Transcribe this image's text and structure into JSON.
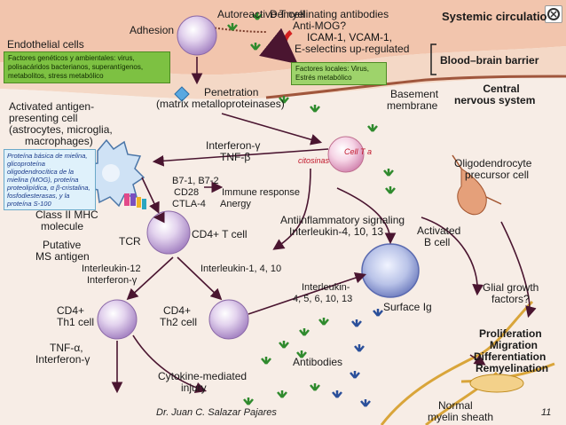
{
  "labels": {
    "autoreactive_t_cell": "Autoreactive T cell",
    "demyelinating_antibodies": "Demyelinating antibodies",
    "anti_mog": "Anti-MOG?",
    "systemic_circulation": "Systemic circulatio",
    "adhesion": "Adhesion",
    "endothelial_cells": "Endothelial cells",
    "icam": "ICAM-1, VCAM-1,",
    "eselectins": "E-selectins up-regulated",
    "bbb": "Blood–brain barrier",
    "penetration": "Penetration",
    "mmp": "(matrix metalloproteinases)",
    "basement": "Basement",
    "membrane": "membrane",
    "cns1": "Central",
    "cns2": "nervous system",
    "apc1": "Activated antigen-",
    "apc2": "presenting cell",
    "apc3": "(astrocytes, microglia,",
    "apc4": "macrophages)",
    "ifn_gamma": "Interferon-γ",
    "tnf_beta": "TNF-β",
    "cell_ta": "Cell T a",
    "citosinas": "citosinas",
    "oligo1": "Oligodendrocyte",
    "oligo2": "precursor cell",
    "b7": "B7-1, B7-2",
    "cd28": "CD28",
    "immune_response": "Immune response",
    "ctla4": "CTLA-4",
    "anergy": "Anergy",
    "mhc1": "Class II MHC",
    "mhc2": "molecule",
    "putative1": "Putative",
    "putative2": "MS antigen",
    "tcr": "TCR",
    "cd4_t": "CD4+ T cell",
    "antiinflam1": "Antiinflammatory signaling",
    "antiinflam2": "Interleukin-4, 10, 13",
    "activated_b1": "Activated",
    "activated_b2": "B cell",
    "il12a": "Interleukin-12",
    "il12b": "Interferon-γ",
    "il1410": "Interleukin-1, 4, 10",
    "il4a": "Interleukin-",
    "il4b": "4, 5, 6, 10, 13",
    "surface_ig": "Surface Ig",
    "glial1": "Glial growth",
    "glial2": "factors?",
    "th1a": "CD4+",
    "th1b": "Th1 cell",
    "th2a": "CD4+",
    "th2b": "Th2 cell",
    "tnfa": "TNF-α,",
    "ifng2": "Interferon-γ",
    "antibodies": "Antibodies",
    "cytokine1": "Cytokine-mediated",
    "cytokine2": "injury",
    "prolif": "Proliferation",
    "migration": "Migration",
    "diff": "Differentiation",
    "remyel": "Remyelination",
    "normal1": "Normal",
    "normal2": "myelin sheath"
  },
  "boxes": {
    "factores_gen": "Factores genéticos y ambientales: virus, polisacáridos bacterianos, superantígenos, metabolitos, stress metabólico",
    "factores_loc": "Factores locales: Virus, Estrés metabólico",
    "proteina": "Proteína básica de mielina, glicoproteína oligodendrocítica de la mielina (MOG), proteína proteolipídica, α β-cristalina, fosfodiesterasas, y la proteína S-100"
  },
  "footer": {
    "author": "Dr. Juan C. Salazar Pajares",
    "page": "11"
  },
  "colors": {
    "endothelium": "#e8b9a0",
    "cns": "#f3e6dc",
    "cell": "#d9c2e6",
    "antibody_green": "#3c9a3a",
    "antibody_blue": "#2a4f9a",
    "arrow": "#5a1a3a"
  }
}
